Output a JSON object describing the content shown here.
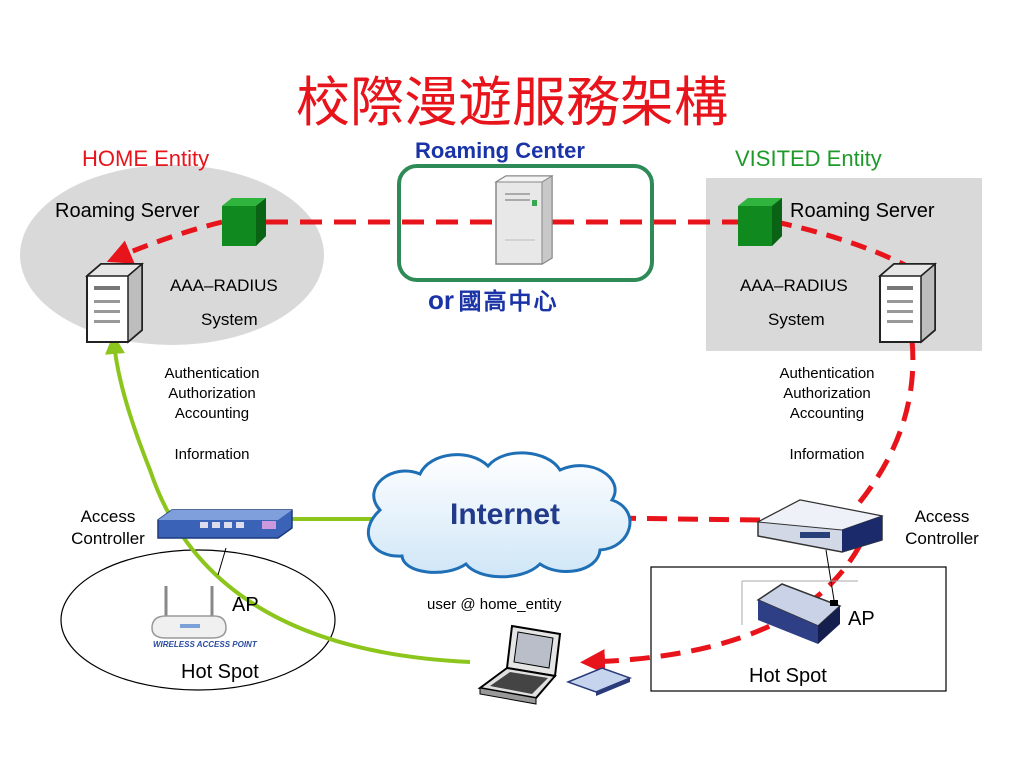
{
  "title": "校際漫遊服務架構",
  "colors": {
    "title": "#e8141c",
    "home_entity": "#e8141c",
    "roaming_center": "#1a33a6",
    "visited_entity": "#1f9a2a",
    "internet": "#223a8a",
    "dashed_link": "#e8141c",
    "auth_path": "#8cc51c",
    "center_box": "#2e8b57",
    "server_icon": "#108a1e",
    "home_bg": "#d9d9d9",
    "visited_bg": "#d9d9d9"
  },
  "home": {
    "entity_label": "HOME Entity",
    "roaming_server_label": "Roaming Server",
    "aaa_label": "AAA–RADIUS",
    "system_label": "System",
    "info_lines": [
      "Authentication",
      "Authorization",
      "Accounting"
    ],
    "info_last": "Information",
    "access_controller": [
      "Access",
      "Controller"
    ],
    "ap_label": "AP",
    "ap_device_caption": "WIRELESS ACCESS POINT",
    "hotspot_label": "Hot Spot"
  },
  "center": {
    "label": "Roaming Center",
    "or_text": "or",
    "alt_text": "國高中心"
  },
  "visited": {
    "entity_label": "VISITED Entity",
    "roaming_server_label": "Roaming Server",
    "aaa_label": "AAA–RADIUS",
    "system_label": "System",
    "info_lines": [
      "Authentication",
      "Authorization",
      "Accounting"
    ],
    "info_last": "Information",
    "access_controller": [
      "Access",
      "Controller"
    ],
    "ap_label": "AP",
    "hotspot_label": "Hot Spot"
  },
  "internet_label": "Internet",
  "user_label": "user @ home_entity"
}
